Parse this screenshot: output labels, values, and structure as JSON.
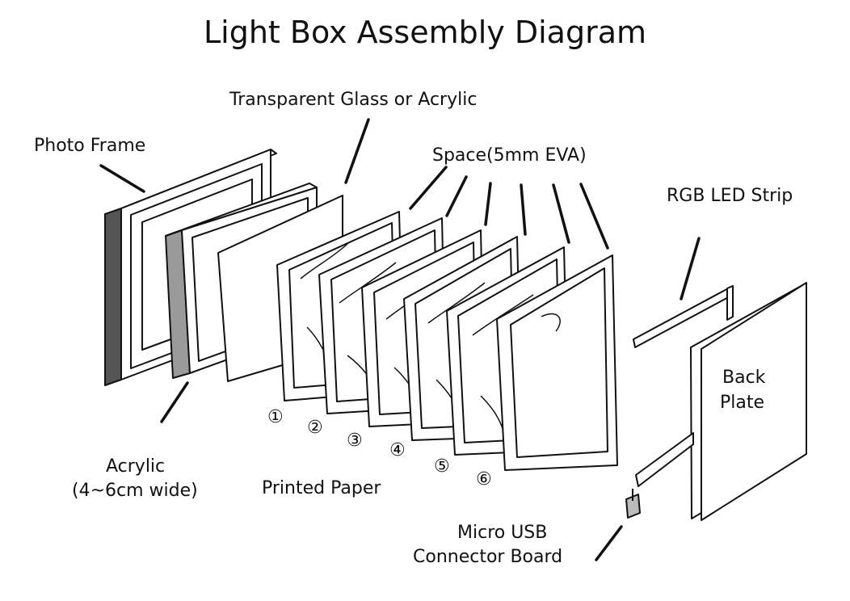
{
  "title": "Light Box Assembly Diagram",
  "labels": {
    "photo_frame": "Photo Frame",
    "transparent_glass": "Transparent Glass or Acrylic",
    "space": "Space(5mm EVA)",
    "rgb_led_strip": "RGB LED Strip",
    "back_plate_line1": "Back",
    "back_plate_line2": "Plate",
    "acrylic_line1": "Acrylic",
    "acrylic_line2": "(4~6cm wide)",
    "printed_paper": "Printed Paper",
    "micro_usb_line1": "Micro USB",
    "micro_usb_line2": "Connector Board"
  },
  "layer_numbers": [
    "①",
    "②",
    "③",
    "④",
    "⑤",
    "⑥"
  ],
  "colors": {
    "line": "#111111",
    "fill": "#ffffff",
    "shade": "#9a9a9a",
    "dark_shade": "#555555"
  }
}
